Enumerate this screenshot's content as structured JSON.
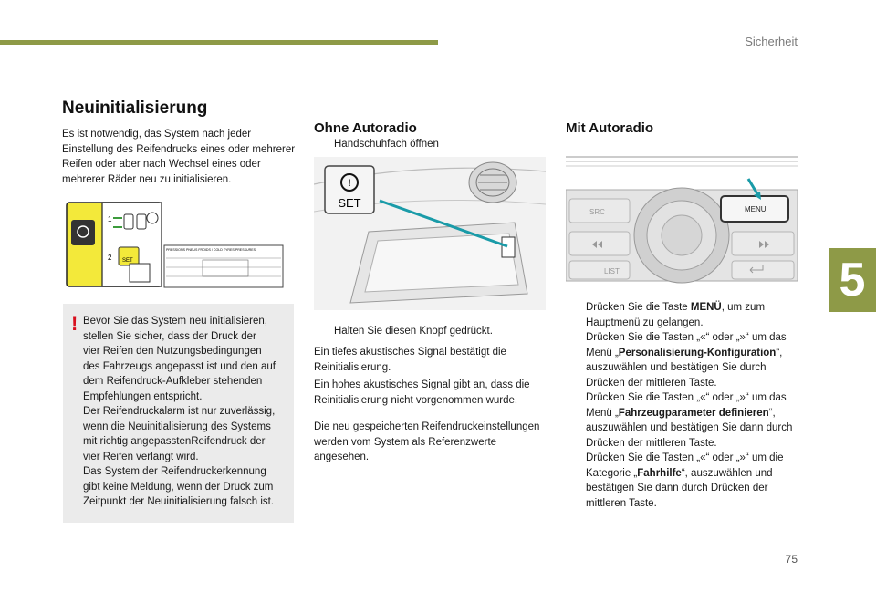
{
  "header": {
    "section": "Sicherheit",
    "chapter": "5",
    "page_number": "75"
  },
  "left": {
    "title": "Neuinitialisierung",
    "intro": "Es ist notwendig, das System nach jeder Einstellung des Reifendrucks eines oder mehrerer Reifen oder aber nach Wechsel eines oder mehrerer Räder neu zu initialisieren.",
    "label_image": {
      "step1": "1",
      "step2": "2",
      "heading": "PRESSIONS PNEUS FROIDS / COLD TYRES PRESSURES",
      "set": "SET"
    },
    "warning": {
      "lines": [
        "Bevor Sie das System neu initialisieren,",
        "stellen Sie sicher, dass der Druck der",
        "vier Reifen den Nutzungsbedingungen",
        "des Fahrzeugs angepasst ist und den auf",
        "dem Reifendruck-Aufkleber stehenden",
        "Empfehlungen entspricht.",
        "Der Reifendruckalarm ist nur zuverlässig,",
        "wenn die Neuinitialisierung des Systems",
        "mit richtig angepasstenReifendruck der",
        "vier Reifen verlangt wird.",
        "Das System der Reifendruckerkennung",
        "gibt keine Meldung, wenn der Druck zum",
        "Zeitpunkt der Neuinitialisierung falsch ist."
      ]
    }
  },
  "middle": {
    "title": "Ohne Autoradio",
    "bullet1": "Handschuhfach öffnen",
    "set_label": "SET",
    "bullet2": "Halten Sie diesen Knopf gedrückt.",
    "p1": "Ein tiefes akustisches Signal bestätigt die Reinitialisierung.",
    "p2": "Ein hohes akustisches Signal gibt an, dass die Reinitialisierung nicht vorgenommen wurde.",
    "p3": "Die neu gespeicherten Reifendruckeinstellungen werden vom System als Referenzwerte angesehen."
  },
  "right": {
    "title": "Mit Autoradio",
    "radio": {
      "src": "SRC",
      "menu": "MENU",
      "list": "LIST"
    },
    "step1": {
      "pre": "Drücken Sie die Taste ",
      "bold": "MENÜ",
      "post": ", um zum Hauptmenü zu gelangen."
    },
    "step2": {
      "pre": "Drücken Sie die Tasten „«“ oder „»“ um das Menü „",
      "bold": "Personalisierung-Konfiguration",
      "post": "“, auszuwählen und bestätigen Sie durch Drücken der mittleren Taste."
    },
    "step3": {
      "pre": "Drücken Sie die Tasten „«“ oder „»“ um das Menü „",
      "bold": "Fahrzeugparameter definieren",
      "post": "“, auszuwählen und bestätigen Sie dann durch Drücken der mittleren Taste."
    },
    "step4": {
      "pre": "Drücken Sie die Tasten „«“ oder „»“ um die Kategorie „",
      "bold": "Fahrhilfe",
      "post": "“, auszuwählen und bestätigen Sie dann durch Drücken der mittleren Taste."
    }
  },
  "bullet_symbol": "",
  "colors": {
    "accent": "#8e9a47",
    "warning": "#d8101e",
    "panel": "#ebebeb",
    "label_yellow": "#f3e93a",
    "callout": "#1a9ba8"
  }
}
